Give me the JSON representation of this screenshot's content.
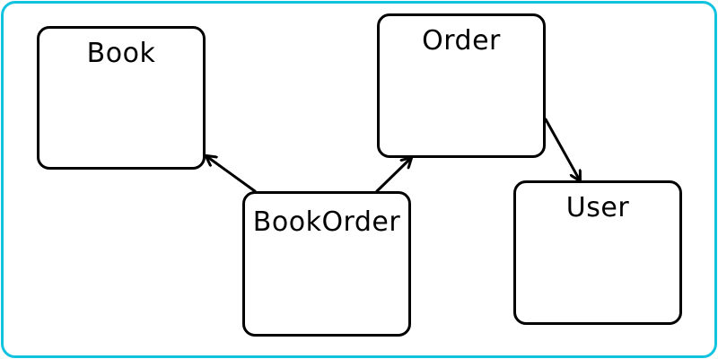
{
  "diagram": {
    "border_color": "#12c3df",
    "nodes": [
      {
        "id": "book",
        "label": "Book"
      },
      {
        "id": "order",
        "label": "Order"
      },
      {
        "id": "bookorder",
        "label": "BookOrder"
      },
      {
        "id": "user",
        "label": "User"
      }
    ],
    "edges": [
      {
        "from": "BookOrder",
        "to": "Book"
      },
      {
        "from": "BookOrder",
        "to": "Order"
      },
      {
        "from": "Order",
        "to": "User"
      }
    ]
  }
}
